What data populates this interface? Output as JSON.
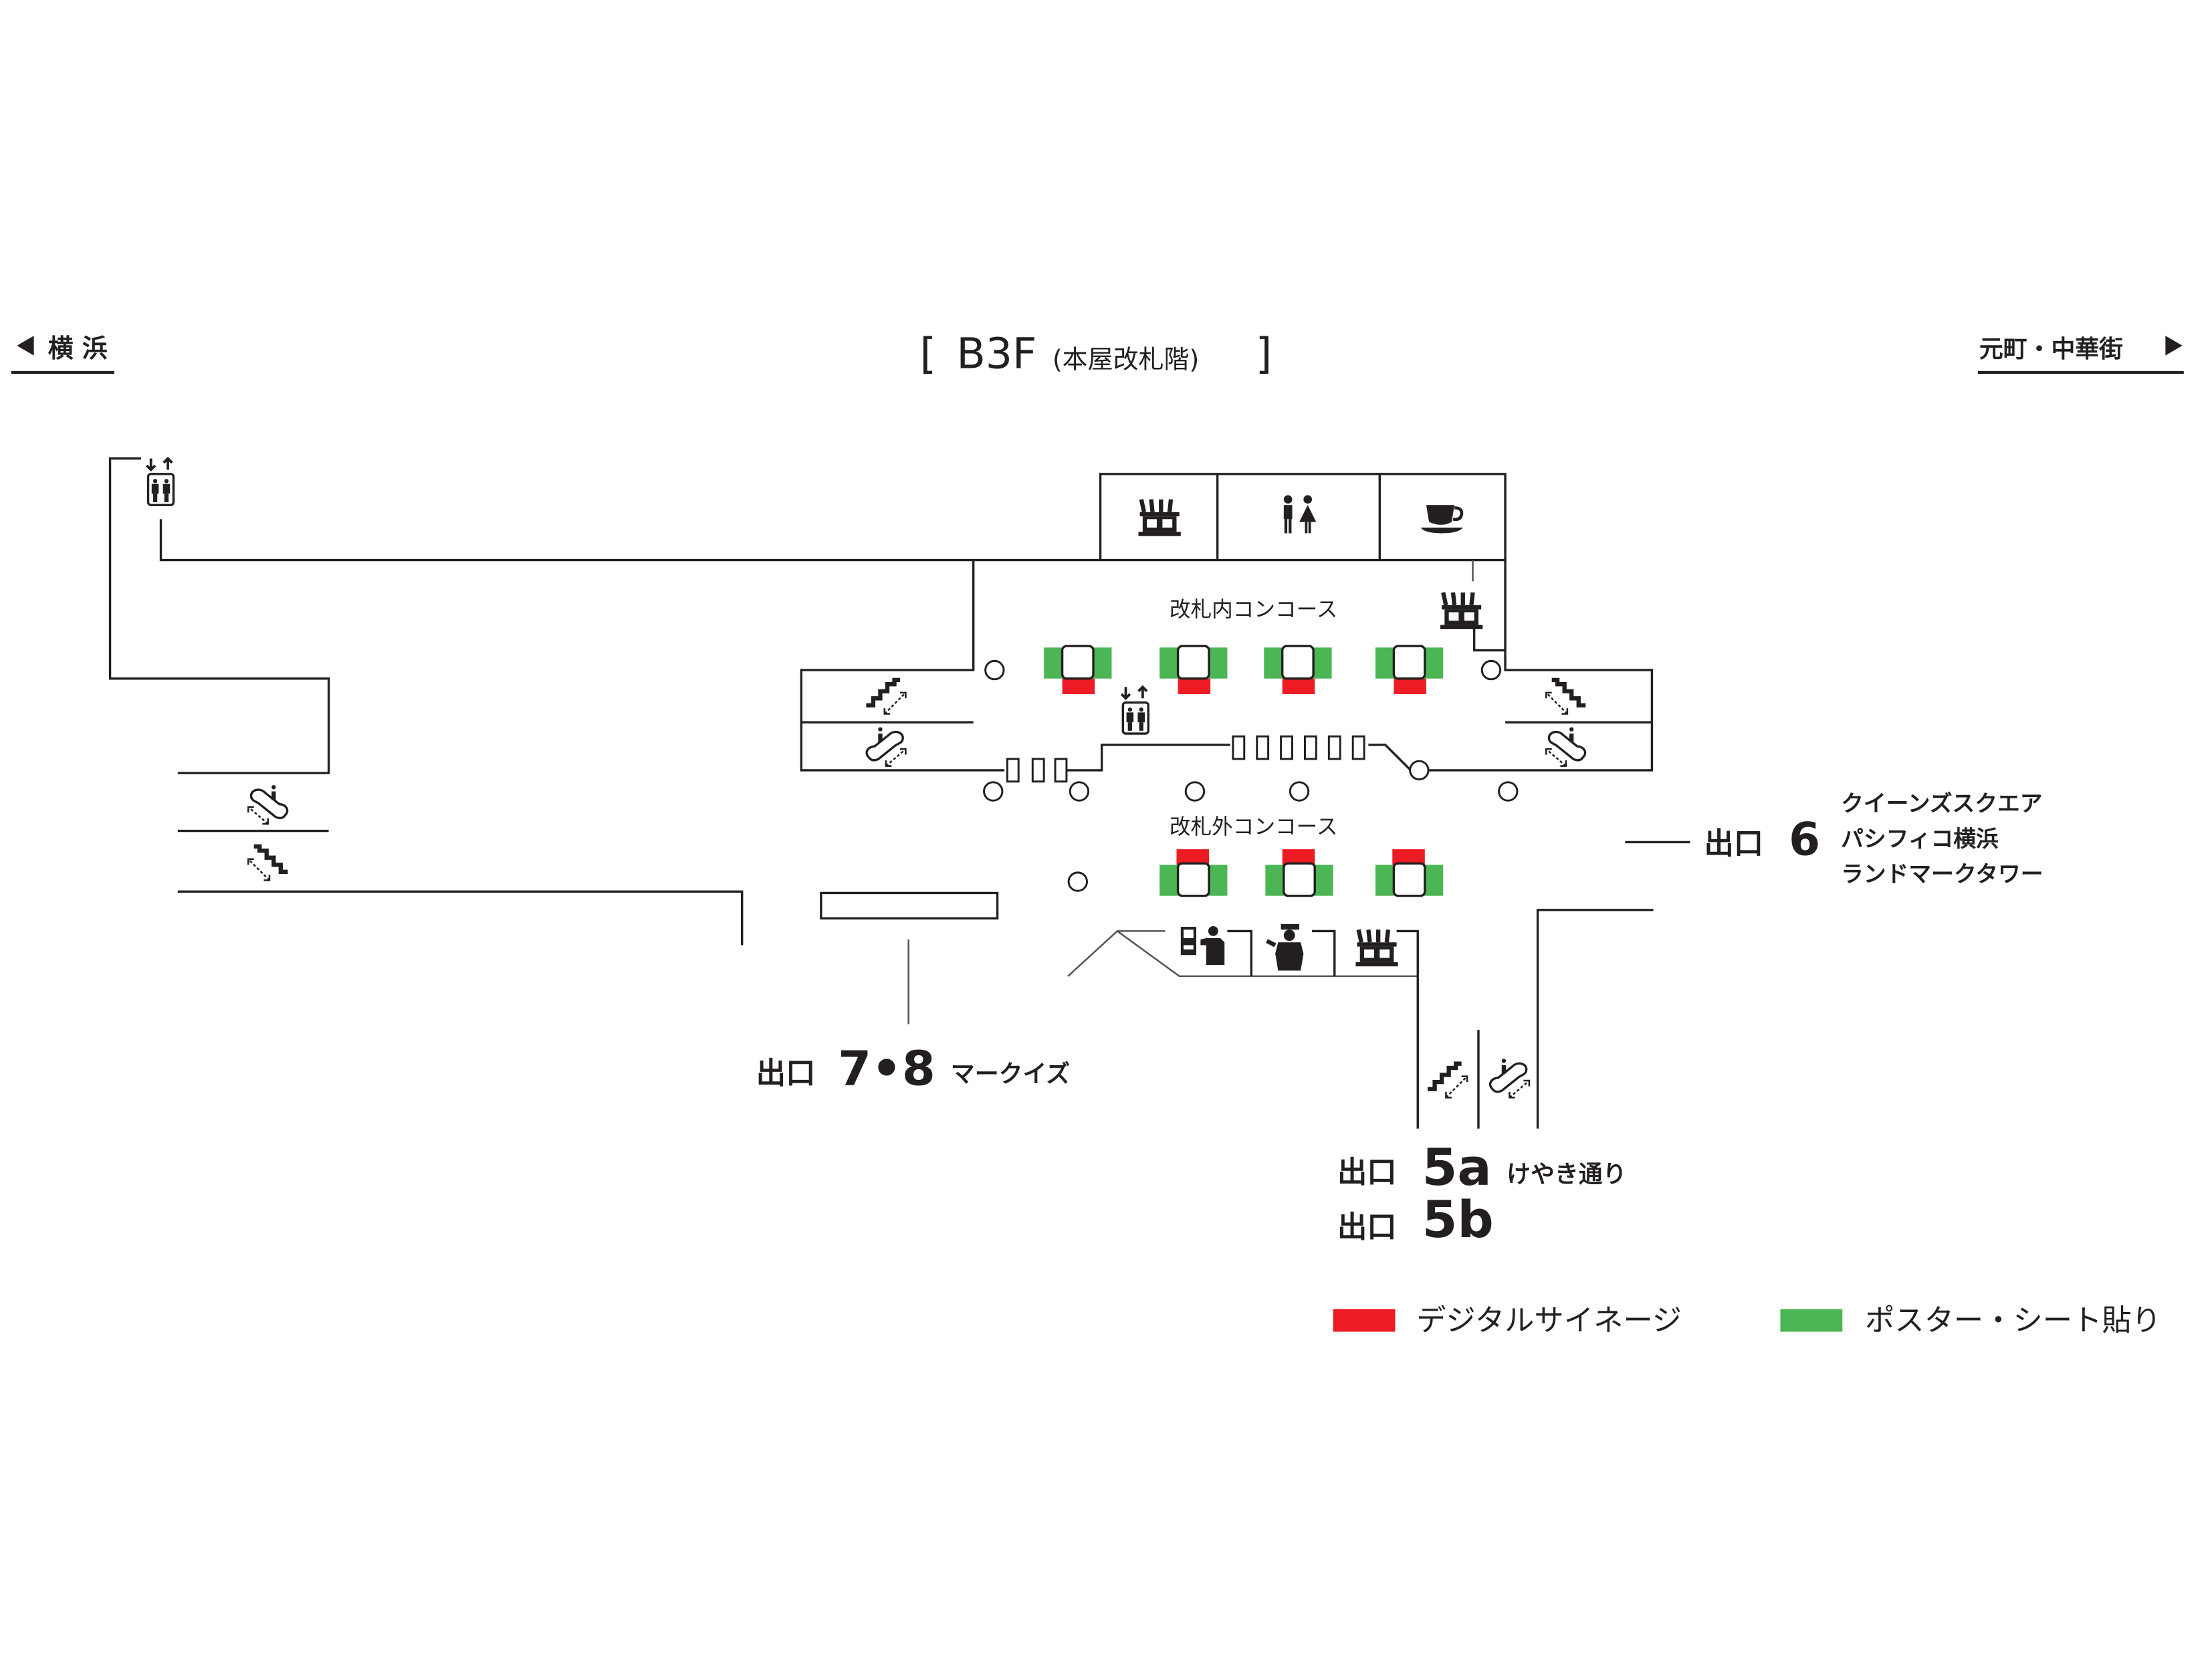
{
  "header": {
    "left_direction": "横 浜",
    "right_direction": "元町・中華街",
    "floor_title_main": "B3F",
    "floor_title_sub": "(本屋改札階)",
    "bracket_open": "[",
    "bracket_close": "]"
  },
  "areas": {
    "inside_concourse": "改札内コンコース",
    "outside_concourse": "改札外コンコース"
  },
  "exits": {
    "exit_6": {
      "prefix": "出口",
      "number": "6",
      "destinations": [
        "クイーンズスクエア",
        "パシフィコ横浜",
        "ランドマークタワー"
      ]
    },
    "exit_7_8": {
      "prefix": "出口",
      "number": "7•8",
      "destination": "マークイズ"
    },
    "exit_5a": {
      "prefix": "出口",
      "number": "5a",
      "destination": "けやき通り"
    },
    "exit_5b": {
      "prefix": "出口",
      "number": "5b"
    }
  },
  "legend": {
    "items": [
      {
        "label": "デジタルサイネージ",
        "color": "#ed1c24"
      },
      {
        "label": "ポスター・シート貼り",
        "color": "#4cb554"
      }
    ]
  },
  "colors": {
    "signage": "#ed1c24",
    "poster": "#4cb554",
    "line": "#231f20"
  },
  "icons": [
    "elevator-icon",
    "shop-icon",
    "restroom-icon",
    "cafe-icon",
    "stairs-icon",
    "escalator-icon",
    "ticket-machine-icon",
    "station-staff-icon"
  ]
}
